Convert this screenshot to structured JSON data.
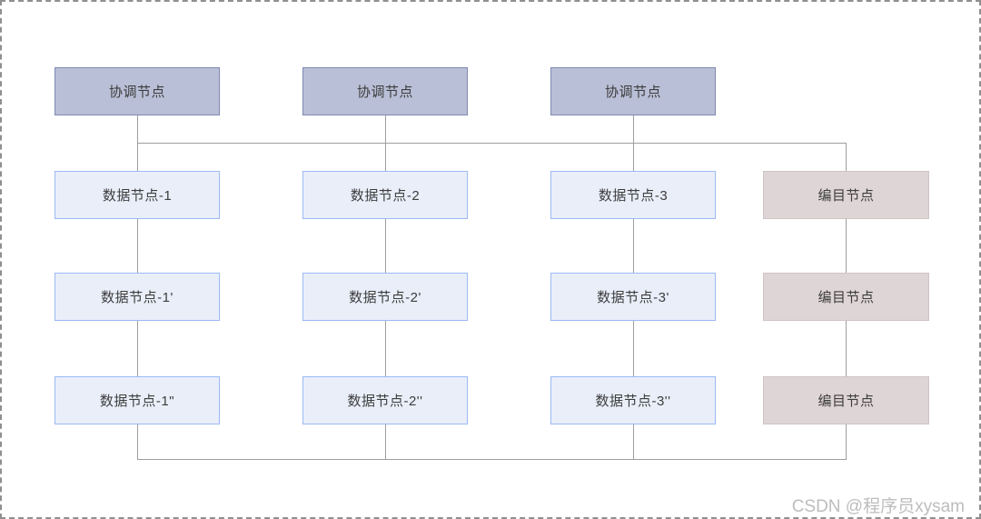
{
  "diagram": {
    "title": "distributed-cluster-node-architecture",
    "nodes": {
      "coordinators": [
        "协调节点",
        "协调节点",
        "协调节点"
      ],
      "data_rows": [
        [
          "数据节点-1",
          "数据节点-2",
          "数据节点-3"
        ],
        [
          "数据节点-1'",
          "数据节点-2'",
          "数据节点-3'"
        ],
        [
          "数据节点-1\"",
          "数据节点-2''",
          "数据节点-3''"
        ]
      ],
      "catalog": [
        "编目节点",
        "编目节点",
        "编目节点"
      ]
    }
  },
  "watermark": {
    "text": "CSDN @程序员xysam"
  },
  "colors": {
    "coordinator_fill": "#b9bfd6",
    "coordinator_border": "#7f89b3",
    "data_fill": "#e9eef9",
    "data_border": "#9cb9f4",
    "catalog_fill": "#ded5d6",
    "catalog_border": "#cfc4c4",
    "connector_line": "#9e9e9e",
    "text": "#3d3d3d",
    "watermark": "#bdbdbd",
    "outer_border": "#8f8f8f"
  }
}
